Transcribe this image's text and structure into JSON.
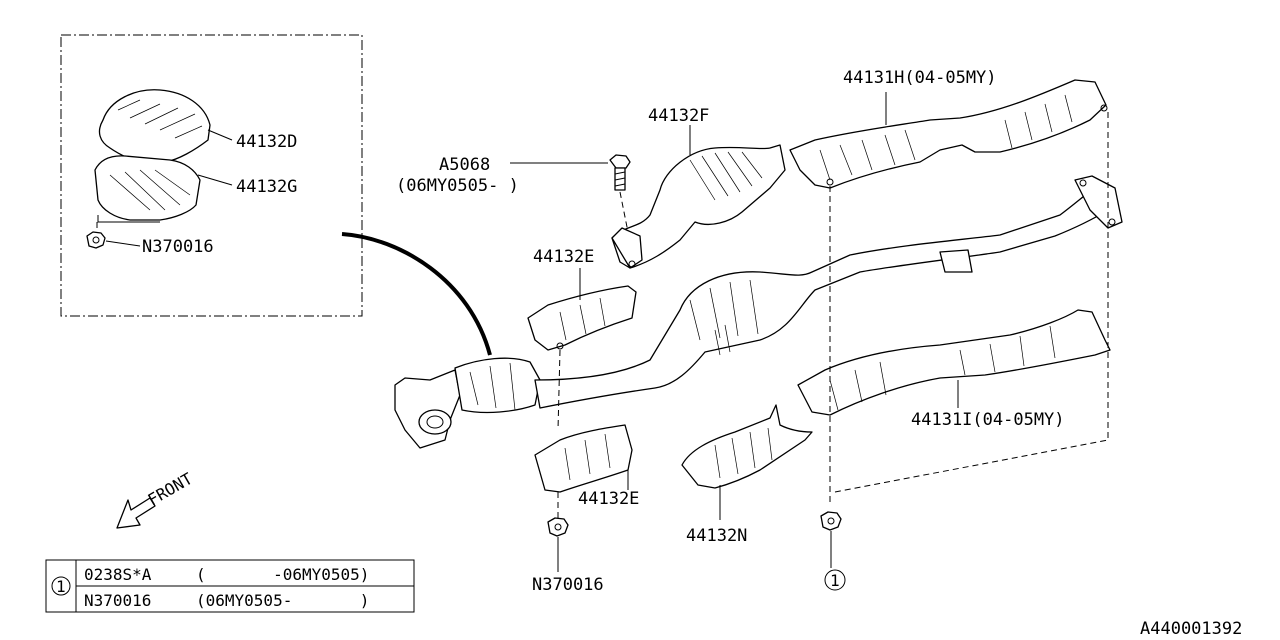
{
  "labels": {
    "p44132D": "44132D",
    "p44132G": "44132G",
    "pN370016_inset": "N370016",
    "pA5068": "A5068",
    "pA5068_note": "(06MY0505-    )",
    "p44132F": "44132F",
    "p44131H": "44131H(04-05MY)",
    "p44132E_top": "44132E",
    "p44132E_bot": "44132E",
    "p44131I": "44131I(04-05MY)",
    "p44132N": "44132N",
    "pN370016_bot": "N370016",
    "front": "FRONT",
    "callout_1": "1",
    "diagram_id": "A440001392"
  },
  "legend": {
    "marker": "1",
    "rows": [
      {
        "part": "0238S*A",
        "note": "(       -06MY0505)"
      },
      {
        "part": "N370016",
        "note": "(06MY0505-       )"
      }
    ]
  }
}
